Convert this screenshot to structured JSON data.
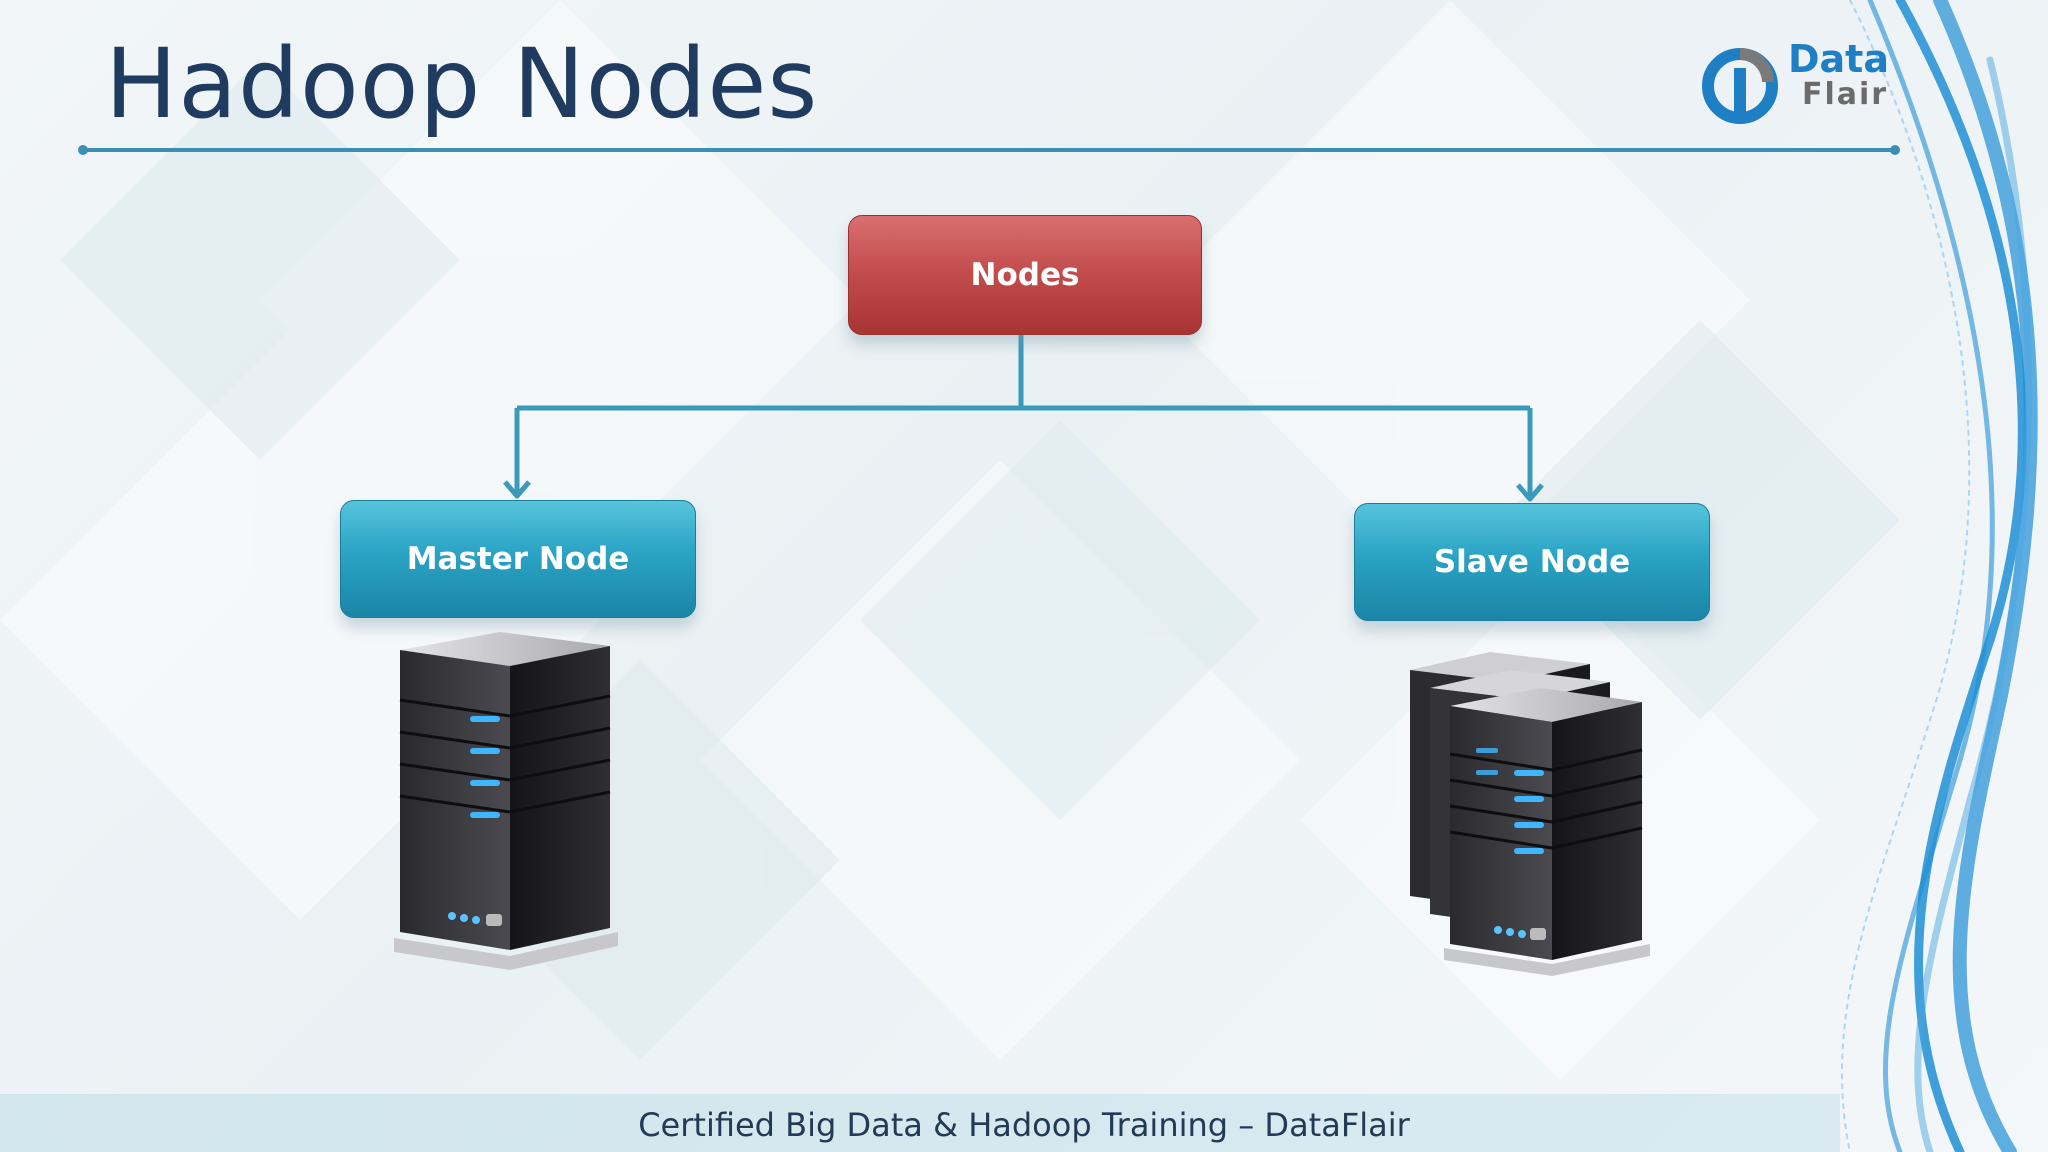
{
  "slide": {
    "title": "Hadoop Nodes",
    "footer": "Certified Big Data & Hadoop Training – DataFlair"
  },
  "logo": {
    "word1": "Data",
    "word2": "Flair"
  },
  "diagram": {
    "root": {
      "label": "Nodes",
      "color": "#c44e4e"
    },
    "children": [
      {
        "label": "Master Node",
        "color": "#2aa3c4",
        "image": "single-server-icon"
      },
      {
        "label": "Slave Node",
        "color": "#2aa3c4",
        "image": "server-cluster-icon"
      }
    ]
  },
  "colors": {
    "title": "#1f3b5f",
    "accent": "#3b8fb2",
    "wave": "#1f8fd6"
  }
}
